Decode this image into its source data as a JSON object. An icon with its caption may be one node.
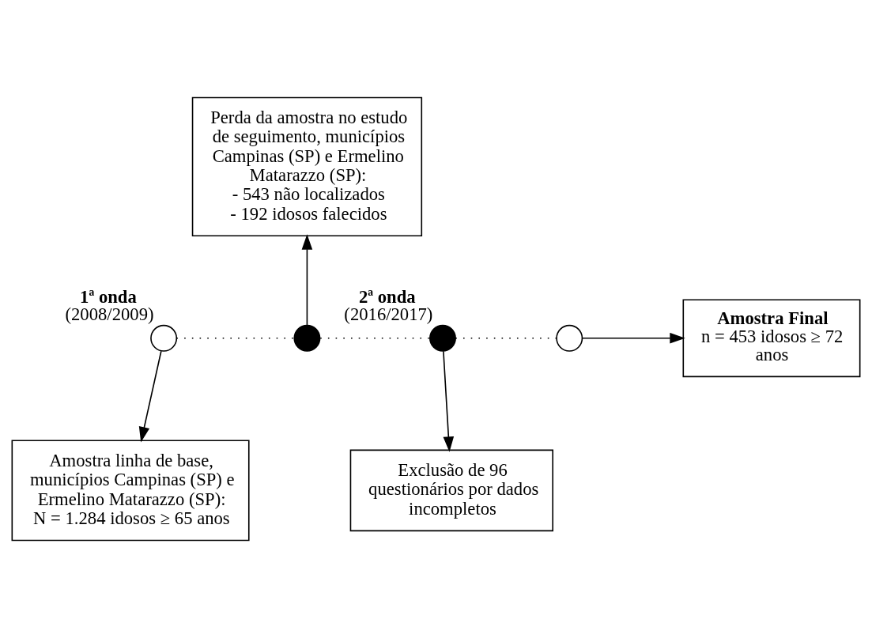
{
  "diagram": {
    "nodes": [
      {
        "text": [],
        "shape": "circle",
        "beside": [
          "1ª onda",
          "(2008/2009)"
        ]
      },
      {
        "text": [],
        "shape": "circle"
      },
      {
        "text": [],
        "shape": "circle",
        "beside": [
          "2ª onda",
          "(2016/2017)"
        ]
      },
      {
        "text": [],
        "shape": "circle"
      },
      {
        "text": [
          "Perda da amostra no estudo de seguimento, municípios Campinas (SP) e Ermelino Matarazzo (SP):",
          "- 543 não localizados",
          "- 192 idosos falecidos"
        ]
      },
      {
        "text": [
          "Amostra Final",
          "n = 453 idosos ≥ 72 anos"
        ]
      },
      {
        "text": [
          "Amostra linha de base, municípios Campinas (SP) e Ermelino Matarazzo (SP):",
          "N = 1.284 idosos ≥ 65 anos"
        ]
      },
      {
        "text": [
          "Exclusão de 96 questionários por dados incompletos"
        ]
      }
    ],
    "edges": [
      {
        "from": 0,
        "to": 1,
        "arrow": "none",
        "style": "dashed"
      },
      {
        "from": 1,
        "to": 2,
        "arrow": "none",
        "style": "dashed"
      },
      {
        "from": 2,
        "to": 3,
        "arrow": "none",
        "style": "dashed"
      },
      {
        "from": 3,
        "to": 5,
        "arrow": "to"
      },
      {
        "from": 1,
        "to": 4,
        "arrow": "to"
      },
      {
        "from": 0,
        "to": 6,
        "arrow": "to"
      },
      {
        "from": 2,
        "to": 7,
        "arrow": "to"
      }
    ]
  }
}
